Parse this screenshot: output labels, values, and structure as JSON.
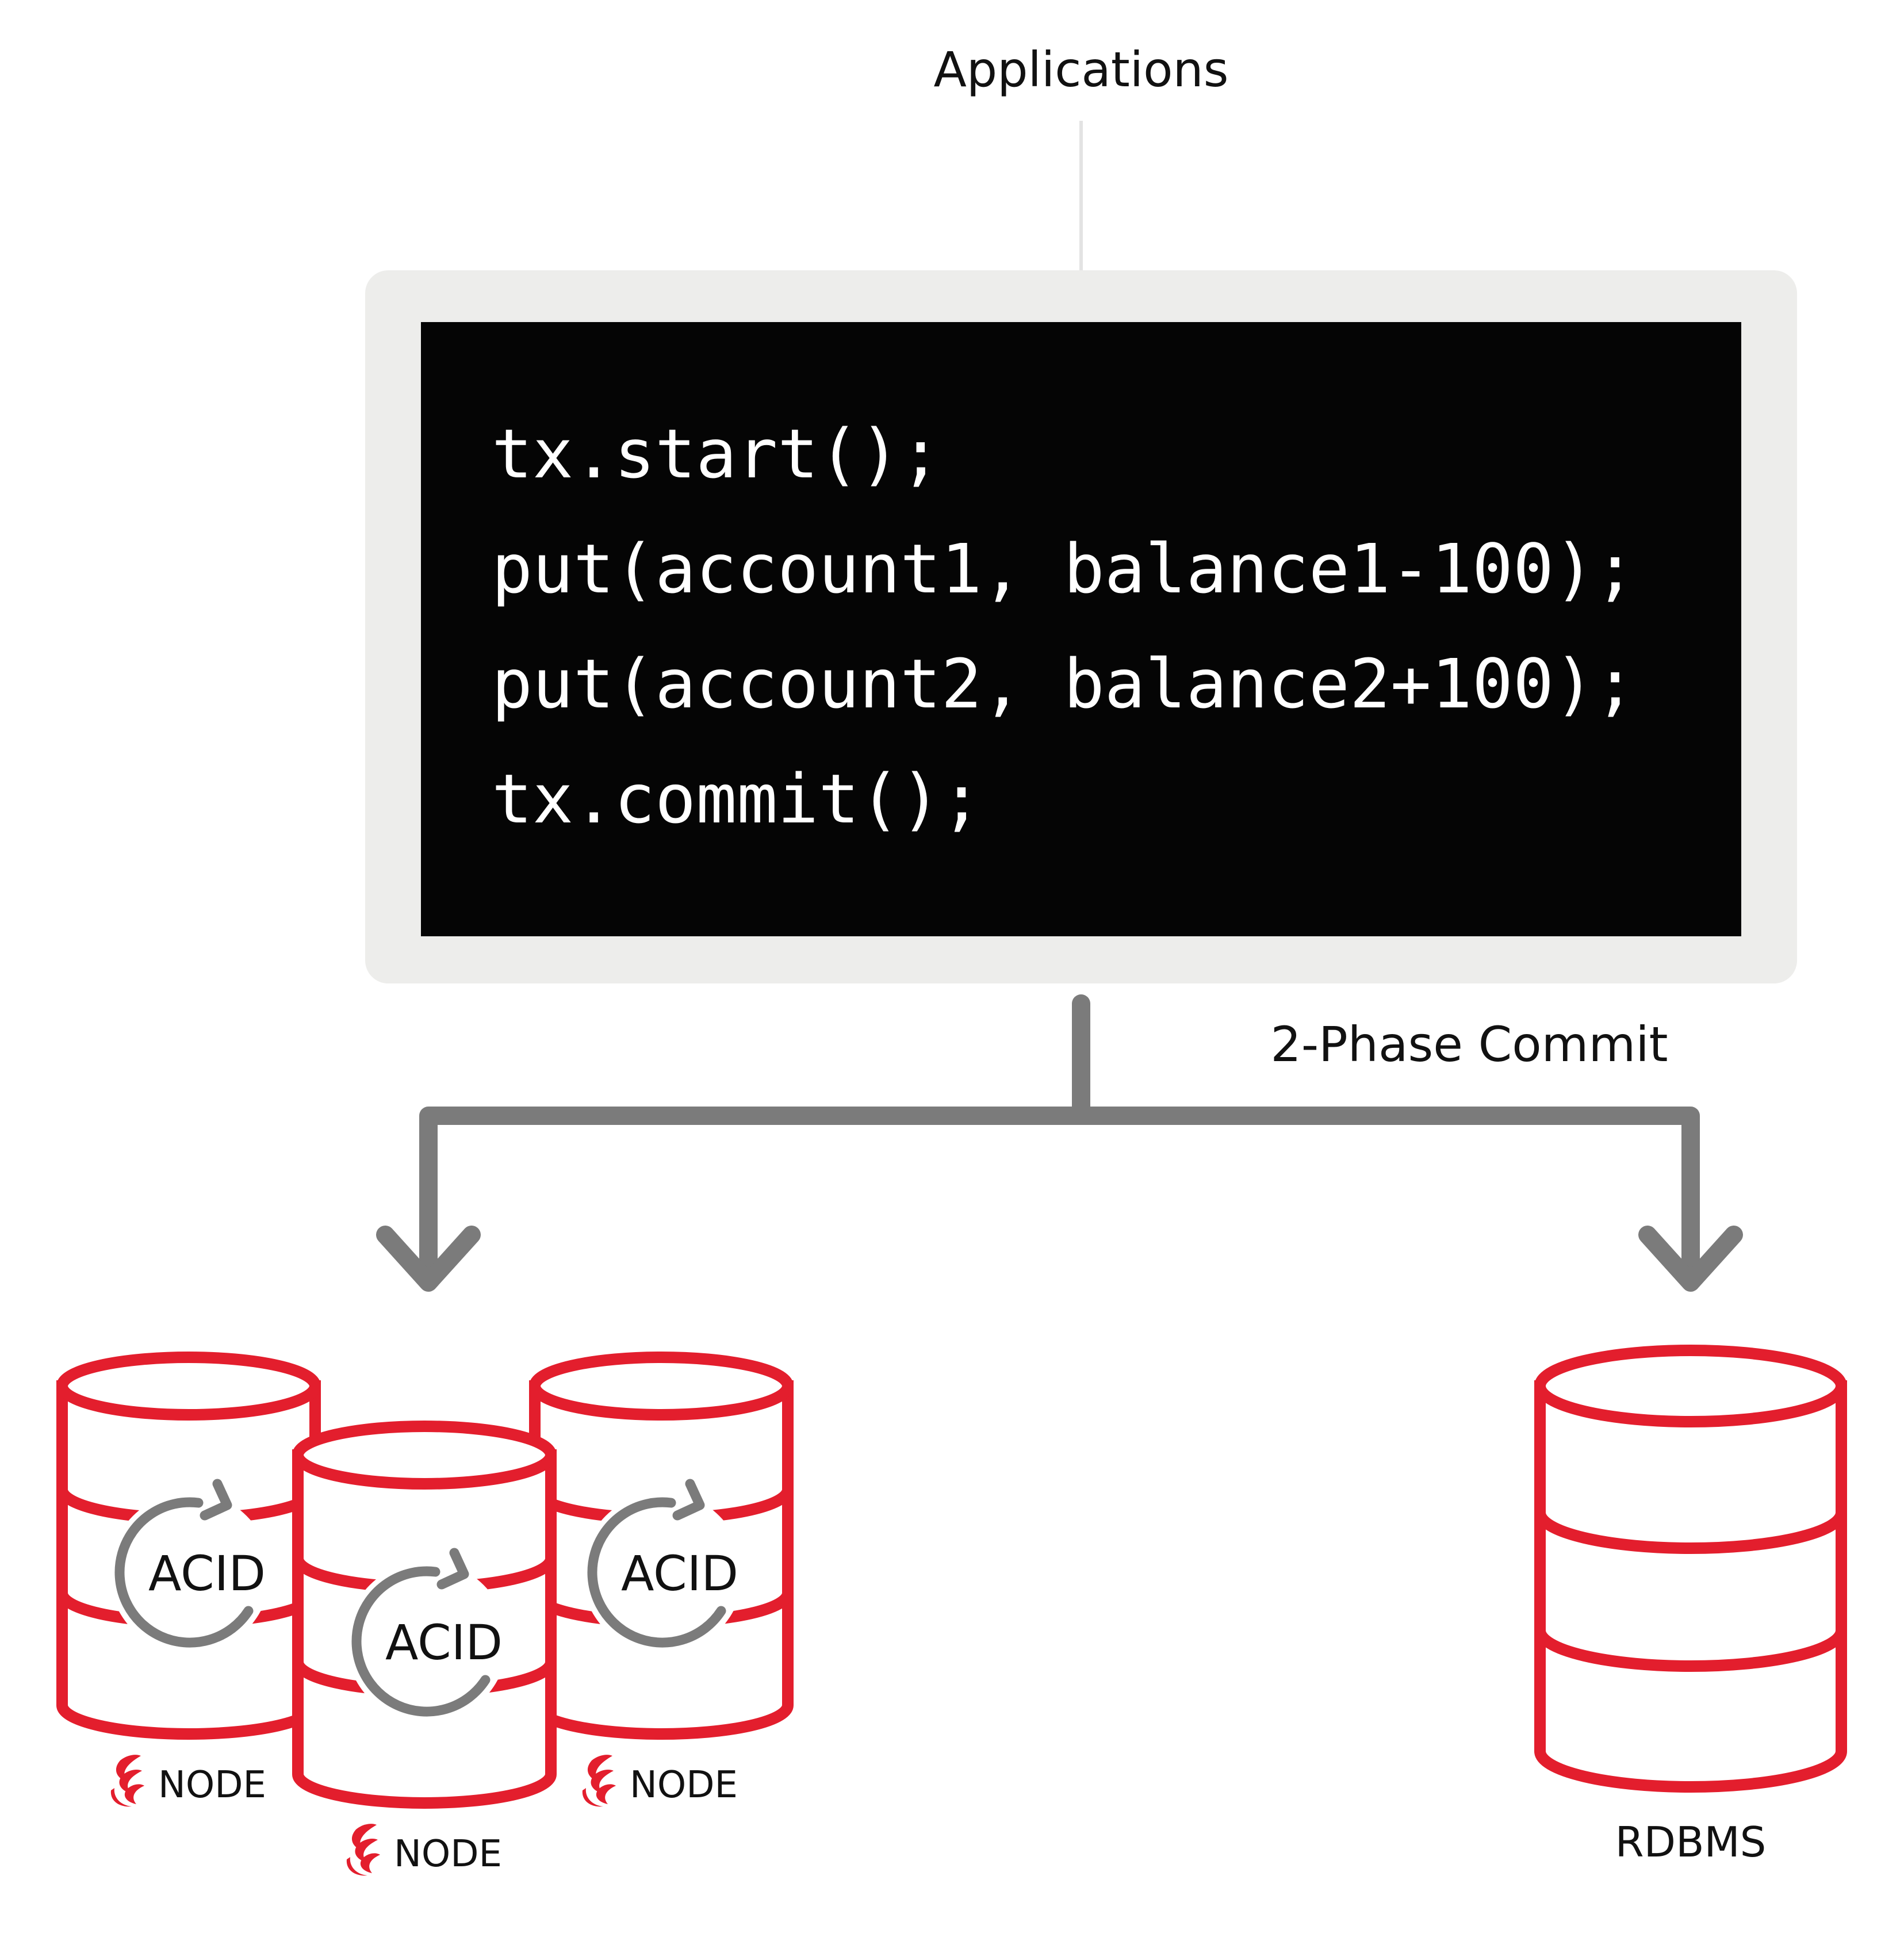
{
  "title": "Applications",
  "code_lines": [
    "tx.start();",
    "put(account1, balance1-100);",
    "put(account2, balance2+100);",
    "tx.commit();"
  ],
  "commit_label": "2-Phase Commit",
  "nodes": [
    {
      "acid_label": "ACID",
      "node_label": "NODE"
    },
    {
      "acid_label": "ACID",
      "node_label": "NODE"
    },
    {
      "acid_label": "ACID",
      "node_label": "NODE"
    }
  ],
  "rdbms_label": "RDBMS",
  "colors": {
    "db_red": "#e31e2d",
    "arrow_gray": "#7b7b7b",
    "monitor_frame": "#ededeb",
    "screen": "#050505",
    "connector": "#e3e3e3"
  },
  "icons": [
    "refresh-icon",
    "flame-logo-icon",
    "database-icon",
    "arrow-down-icon"
  ]
}
